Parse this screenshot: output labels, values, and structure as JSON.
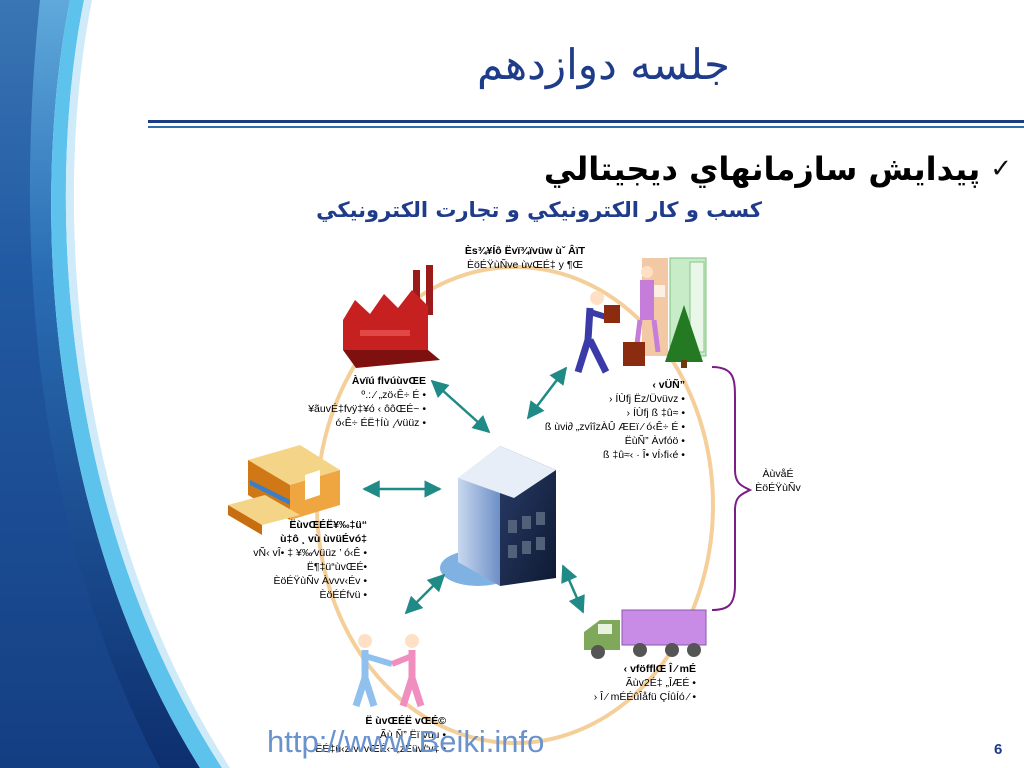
{
  "slide": {
    "title": "جلسه دوازدهم",
    "bullet_text": "پيدايش سازمانهاي ديجيتالي",
    "subheading": "كسب و كار الكترونيكي و تجارت الكترونيكي",
    "url": "http://www.Beiki.info",
    "page_number": "6"
  },
  "icons": {
    "bullet": "check-mark-icon",
    "factory": "factory-icon",
    "warehouse": "warehouse-icon",
    "office": "office-building-icon",
    "truck": "delivery-truck-icon",
    "people": "people-handshake-icon",
    "store": "store-customer-icon"
  },
  "colors": {
    "title": "#1f3c8a",
    "rule": "#1a3d85",
    "ring": "#f5cf9a",
    "arrow": "#1f8a86",
    "bracket": "#7a1e86"
  },
  "labels": {
    "factory": {
      "head": "Èѕ¾¥Íô Ëvï¾ïvüw ùˇ ÂïT",
      "lines": [
        "ÈöÉŸùÑve ùvŒÉ‡ y ¶Œ"
      ]
    },
    "left_top": {
      "head": "Àvïú flvúùvŒE",
      "lines": [
        "º.:.⁄ „zö‹Ê÷ É •",
        "¥ãuvÉ‡fvÿ‡¥ó ‹ ôôŒÉ~ •",
        "ó‹Ê÷ ÉË†Íù ¸⁄vüüz •"
      ]
    },
    "left_mid": {
      "head": "ËùvŒÉË¥‰‡ü“",
      "sub": "ù‡ô ¸ vù ùvüÉvó‡",
      "lines": [
        "vÑ‹ vÎ• ‡ ¥‰⁄vüüz ’ ó‹Ê •",
        "Ë¶‡ü“ùvŒÉ•",
        "ÈöÉŸùÑv Àvvv‹Év •",
        "ÈöÉÉfvü •"
      ]
    },
    "bottom_left": {
      "head": "Ë ùvŒÉË vŒÉ©",
      "lines": [
        "Ãù Ñ” Ëï vüu •",
        "ËÉ‡ü‹z‹vvvŒÉ‹~„zËüv/‘v‡ •"
      ]
    },
    "right_top": {
      "head": "‹ vÜÑ”",
      "lines": [
        "› ÍÙfj Ëz/Üvüvz •",
        "› ÍÙfj ß ‡û≈ •",
        "ß ùvi∂ „zvîîzÀÛ ÆEï ⁄ ó‹Ê÷ É •",
        "ËùÑ” Àvfóö •",
        "ß ‡û≈‹ · Î• vÍ›ﬁ‹é •"
      ]
    },
    "right_side": {
      "head": "ÀùvåÉ",
      "lines": [
        "ÈöÉŸùÑv"
      ]
    },
    "bottom_right": {
      "head": "‹ vföfflŒ Î ⁄ mÉ",
      "lines": [
        "Ãùv2É‡ „ÎÆÉ •",
        "› Î ⁄ mÉÉûÎåfü ÇÍûÍó ⁄ •"
      ]
    }
  }
}
